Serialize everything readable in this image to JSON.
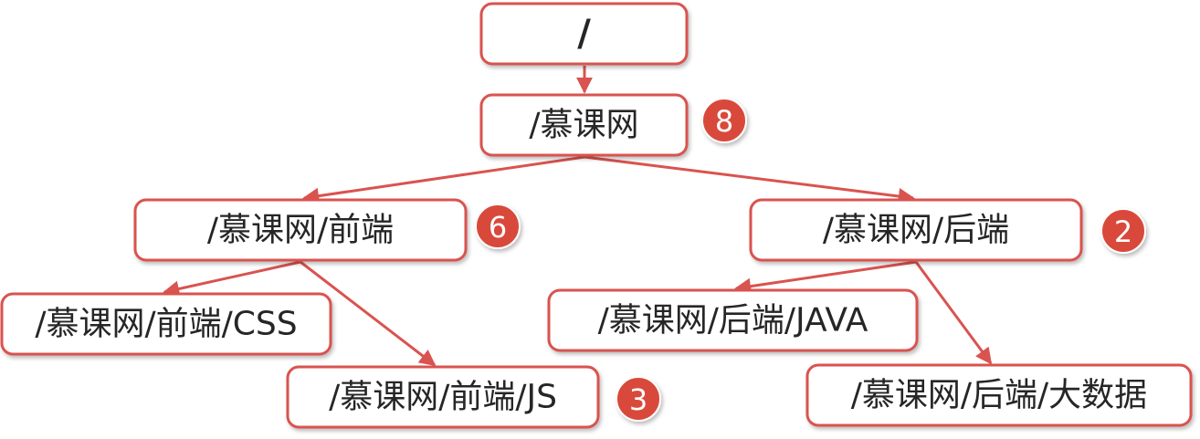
{
  "colors": {
    "accent": "#d9534f",
    "badge": "#d94a3a",
    "text": "#262626",
    "background": "#ffffff"
  },
  "nodes": [
    {
      "id": "root",
      "label": "/"
    },
    {
      "id": "mooc",
      "label": "/慕课网",
      "badge": "8"
    },
    {
      "id": "frontend",
      "label": "/慕课网/前端",
      "badge": "6"
    },
    {
      "id": "backend",
      "label": "/慕课网/后端",
      "badge": "2"
    },
    {
      "id": "css",
      "label": "/慕课网/前端/CSS"
    },
    {
      "id": "js",
      "label": "/慕课网/前端/JS",
      "badge": "3"
    },
    {
      "id": "java",
      "label": "/慕课网/后端/JAVA"
    },
    {
      "id": "bigdata",
      "label": "/慕课网/后端/大数据"
    }
  ],
  "edges": [
    {
      "from": "root",
      "to": "mooc"
    },
    {
      "from": "mooc",
      "to": "frontend"
    },
    {
      "from": "mooc",
      "to": "backend"
    },
    {
      "from": "frontend",
      "to": "css"
    },
    {
      "from": "frontend",
      "to": "js"
    },
    {
      "from": "backend",
      "to": "java"
    },
    {
      "from": "backend",
      "to": "bigdata"
    }
  ]
}
